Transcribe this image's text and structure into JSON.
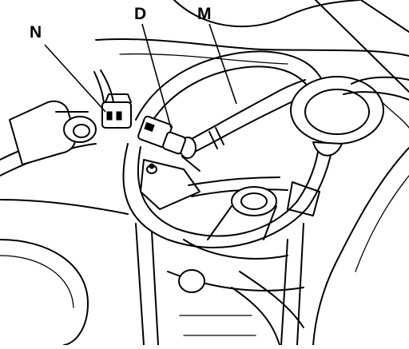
{
  "figure": {
    "callouts": [
      {
        "id": "N",
        "text": "N"
      },
      {
        "id": "D",
        "text": "D"
      },
      {
        "id": "M",
        "text": "M"
      }
    ]
  }
}
